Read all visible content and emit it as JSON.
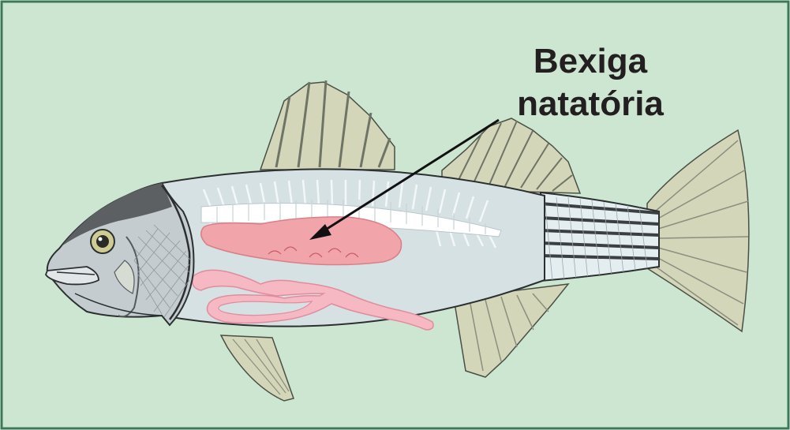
{
  "annotation": {
    "line1": "Bexiga",
    "line2": "natatória"
  },
  "colors": {
    "background": "#cde6d2",
    "border": "#3b7a57",
    "body": "#d6e1e4",
    "bladder": "#f1a4aa",
    "intestine": "#f6b8c2",
    "fin": "#d3d6b9",
    "head": "#5c6062"
  },
  "icons": {
    "eye": "eye-icon",
    "arrow": "arrow-pointer"
  }
}
